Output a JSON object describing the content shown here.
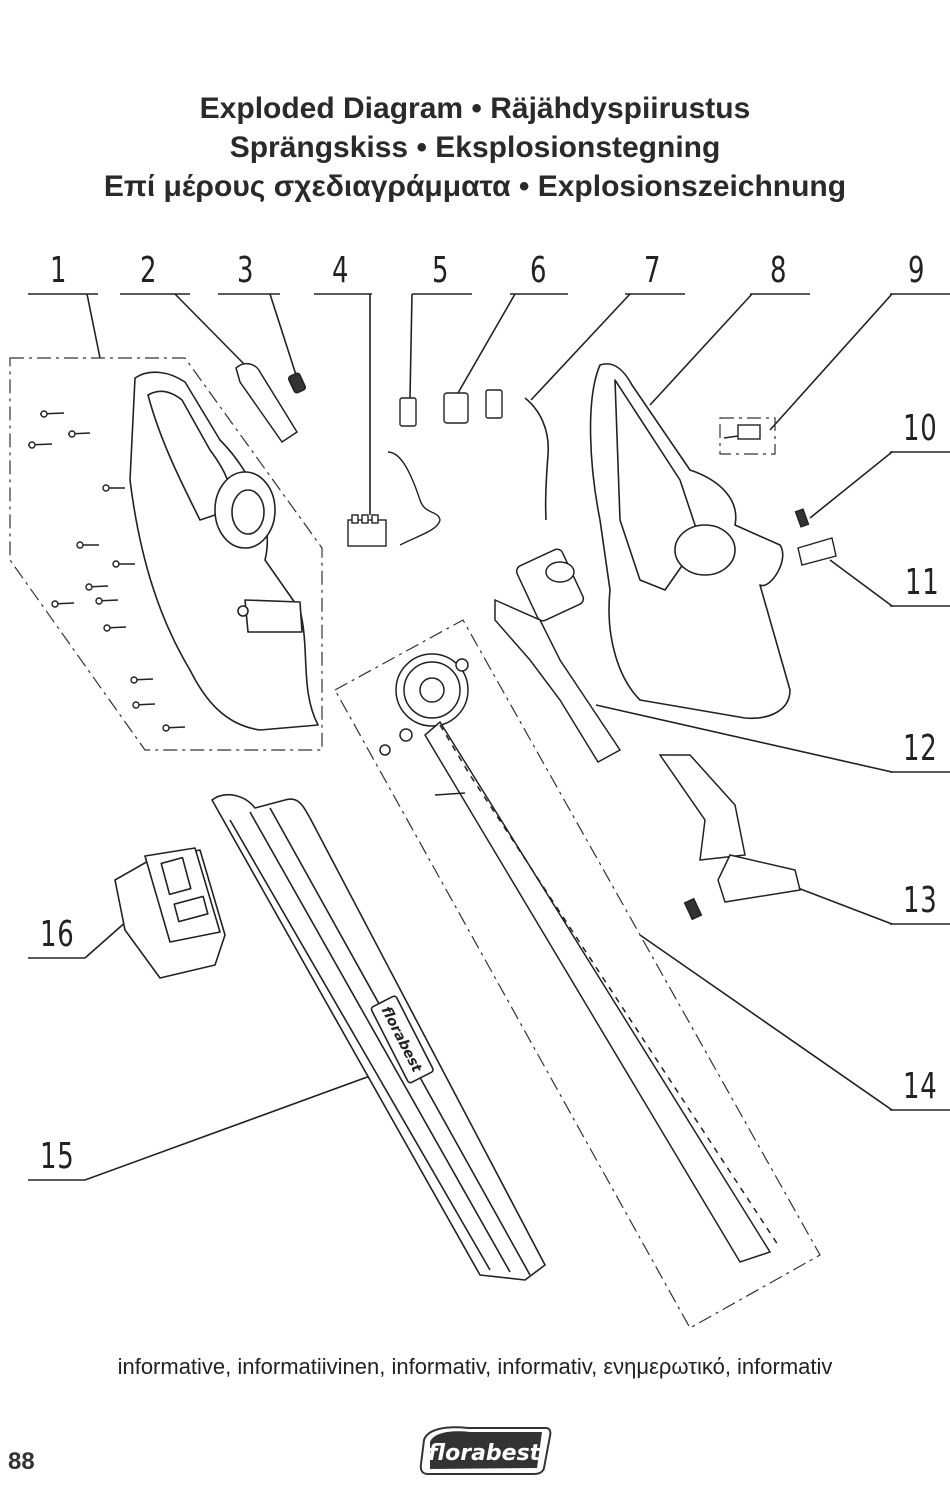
{
  "title": {
    "line1": "Exploded Diagram • Räjähdyspiirustus",
    "line2": "Sprängskiss • Eksplosionstegning",
    "line3": "Επί μέρους σχεδιαγράμματα • Explosionszeichnung"
  },
  "callouts": [
    "1",
    "2",
    "3",
    "4",
    "5",
    "6",
    "7",
    "8",
    "9",
    "10",
    "11",
    "12",
    "13",
    "14",
    "15",
    "16"
  ],
  "caption": "informative, informatiivinen, informativ, informativ, ενημερωτικό, informativ",
  "page_number": "88",
  "logo_text": "florabest",
  "blade_cover_logo": "florabest"
}
